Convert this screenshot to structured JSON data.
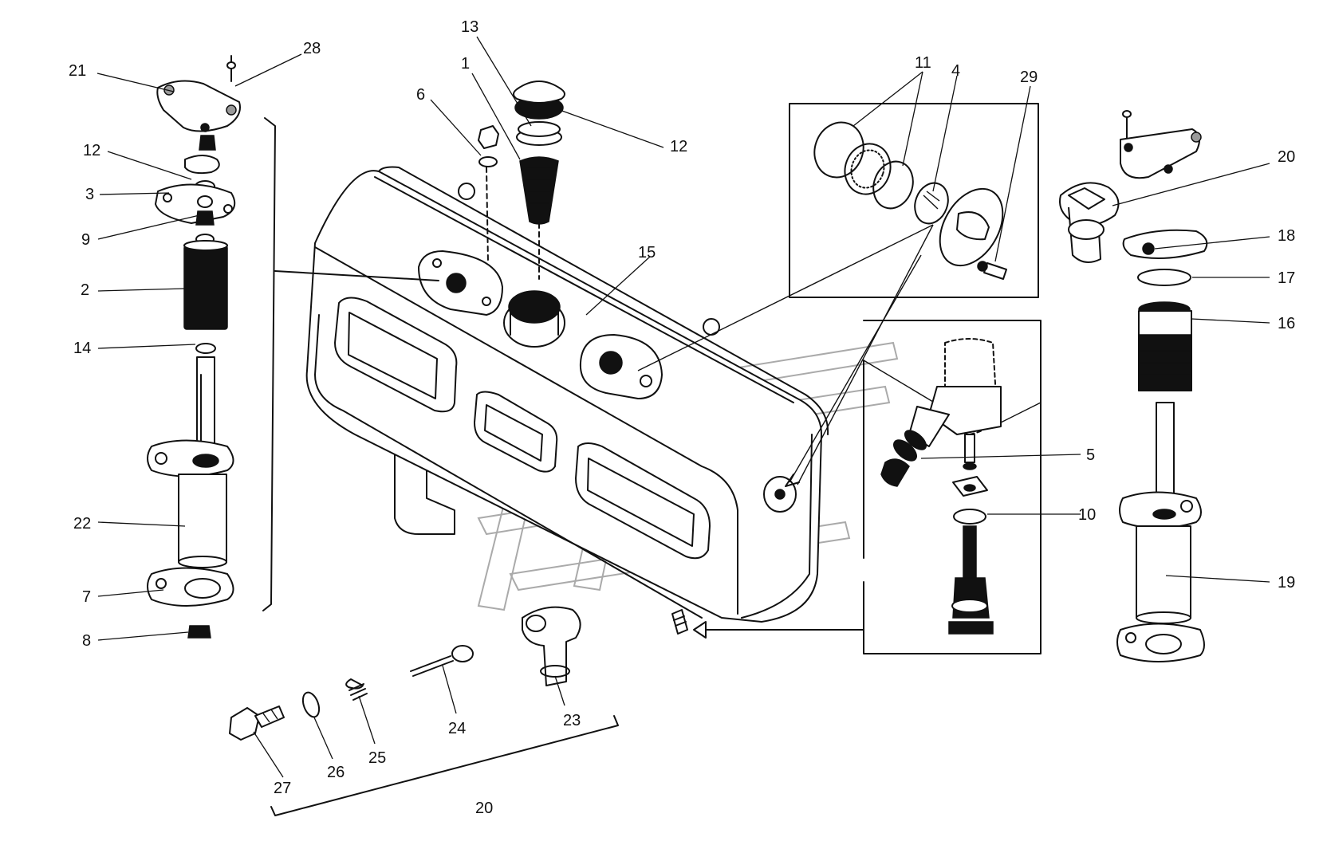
{
  "labels": [
    {
      "id": "l21",
      "text": "21"
    },
    {
      "id": "l28",
      "text": "28"
    },
    {
      "id": "l12a",
      "text": "12"
    },
    {
      "id": "l3",
      "text": "3"
    },
    {
      "id": "l9",
      "text": "9"
    },
    {
      "id": "l2",
      "text": "2"
    },
    {
      "id": "l14",
      "text": "14"
    },
    {
      "id": "l22",
      "text": "22"
    },
    {
      "id": "l7",
      "text": "7"
    },
    {
      "id": "l8",
      "text": "8"
    },
    {
      "id": "l6",
      "text": "6"
    },
    {
      "id": "l1",
      "text": "1"
    },
    {
      "id": "l13",
      "text": "13"
    },
    {
      "id": "l12b",
      "text": "12"
    },
    {
      "id": "l15",
      "text": "15"
    },
    {
      "id": "l11",
      "text": "11"
    },
    {
      "id": "l4",
      "text": "4"
    },
    {
      "id": "l29",
      "text": "29"
    },
    {
      "id": "l20a",
      "text": "20"
    },
    {
      "id": "l18",
      "text": "18"
    },
    {
      "id": "l17",
      "text": "17"
    },
    {
      "id": "l16",
      "text": "16"
    },
    {
      "id": "l5",
      "text": "5"
    },
    {
      "id": "l10",
      "text": "10"
    },
    {
      "id": "l19",
      "text": "19"
    },
    {
      "id": "l24",
      "text": "24"
    },
    {
      "id": "l23",
      "text": "23"
    },
    {
      "id": "l27",
      "text": "27"
    },
    {
      "id": "l26",
      "text": "26"
    },
    {
      "id": "l25",
      "text": "25"
    },
    {
      "id": "l20b",
      "text": "20"
    }
  ]
}
